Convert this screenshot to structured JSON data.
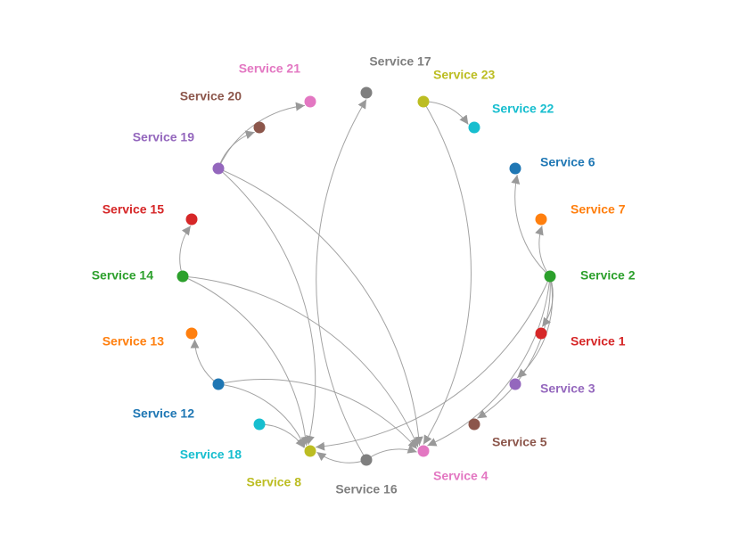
{
  "diagram": {
    "type": "network-graph",
    "edge_color": "#999999",
    "nodes": [
      {
        "id": "s1",
        "label": "Service 1",
        "color": "#d62728"
      },
      {
        "id": "s2",
        "label": "Service 2",
        "color": "#2ca02c"
      },
      {
        "id": "s3",
        "label": "Service 3",
        "color": "#9467bd"
      },
      {
        "id": "s4",
        "label": "Service 4",
        "color": "#e377c2"
      },
      {
        "id": "s5",
        "label": "Service 5",
        "color": "#8c564b"
      },
      {
        "id": "s6",
        "label": "Service 6",
        "color": "#1f77b4"
      },
      {
        "id": "s7",
        "label": "Service 7",
        "color": "#ff7f0e"
      },
      {
        "id": "s8",
        "label": "Service 8",
        "color": "#bcbd22"
      },
      {
        "id": "s12",
        "label": "Service 12",
        "color": "#1f77b4"
      },
      {
        "id": "s13",
        "label": "Service 13",
        "color": "#ff7f0e"
      },
      {
        "id": "s14",
        "label": "Service 14",
        "color": "#2ca02c"
      },
      {
        "id": "s15",
        "label": "Service 15",
        "color": "#d62728"
      },
      {
        "id": "s16",
        "label": "Service 16",
        "color": "#7f7f7f"
      },
      {
        "id": "s17",
        "label": "Service 17",
        "color": "#7f7f7f"
      },
      {
        "id": "s18",
        "label": "Service 18",
        "color": "#17becf"
      },
      {
        "id": "s19",
        "label": "Service 19",
        "color": "#9467bd"
      },
      {
        "id": "s20",
        "label": "Service 20",
        "color": "#8c564b"
      },
      {
        "id": "s21",
        "label": "Service 21",
        "color": "#e377c2"
      },
      {
        "id": "s22",
        "label": "Service 22",
        "color": "#17becf"
      },
      {
        "id": "s23",
        "label": "Service 23",
        "color": "#bcbd22"
      }
    ],
    "edges": [
      {
        "source": "s2",
        "target": "s1"
      },
      {
        "source": "s2",
        "target": "s3"
      },
      {
        "source": "s2",
        "target": "s5"
      },
      {
        "source": "s2",
        "target": "s6"
      },
      {
        "source": "s2",
        "target": "s7"
      },
      {
        "source": "s2",
        "target": "s4"
      },
      {
        "source": "s2",
        "target": "s8"
      },
      {
        "source": "s14",
        "target": "s15"
      },
      {
        "source": "s14",
        "target": "s8"
      },
      {
        "source": "s14",
        "target": "s4"
      },
      {
        "source": "s12",
        "target": "s13"
      },
      {
        "source": "s12",
        "target": "s8"
      },
      {
        "source": "s12",
        "target": "s4"
      },
      {
        "source": "s18",
        "target": "s8"
      },
      {
        "source": "s16",
        "target": "s8"
      },
      {
        "source": "s16",
        "target": "s4"
      },
      {
        "source": "s16",
        "target": "s17"
      },
      {
        "source": "s19",
        "target": "s20"
      },
      {
        "source": "s19",
        "target": "s21"
      },
      {
        "source": "s19",
        "target": "s8"
      },
      {
        "source": "s19",
        "target": "s4"
      },
      {
        "source": "s23",
        "target": "s22"
      },
      {
        "source": "s23",
        "target": "s4"
      }
    ]
  }
}
